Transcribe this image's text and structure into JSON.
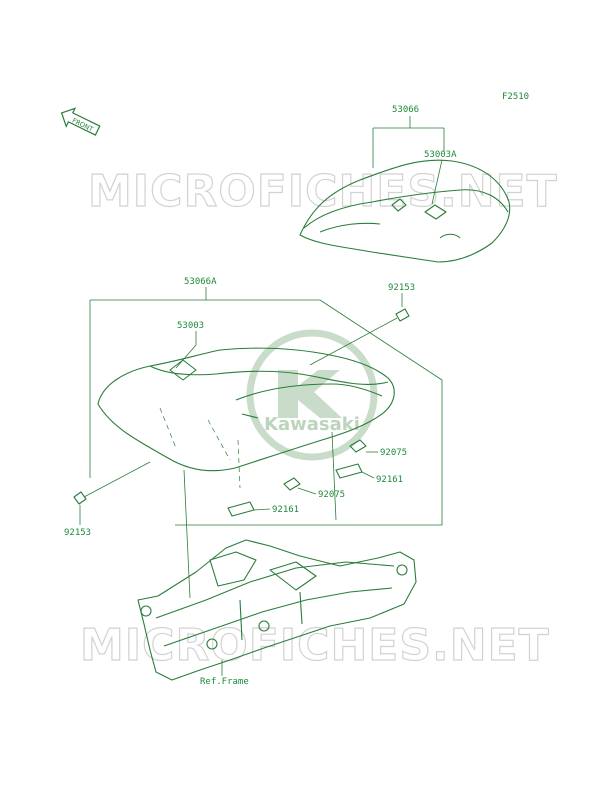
{
  "figure_code": "F2510",
  "front_arrow": "FRONT",
  "watermark": {
    "top": "MICROFICHES.NET",
    "bottom": "MICROFICHES.NET",
    "logo": "Kawasaki"
  },
  "labels": {
    "p53066": "53066",
    "p53003A": "53003A",
    "p53066A": "53066A",
    "p92153_top": "92153",
    "p53003": "53003",
    "p92075_a": "92075",
    "p92161_a": "92161",
    "p92075_b": "92075",
    "p92161_b": "92161",
    "p92153_left": "92153",
    "ref_frame": "Ref.Frame"
  },
  "colors": {
    "line": "#2a7d3a",
    "text": "#1e8a3a",
    "watermark": "#d2d2d2",
    "logo": "#c9dcc9"
  }
}
